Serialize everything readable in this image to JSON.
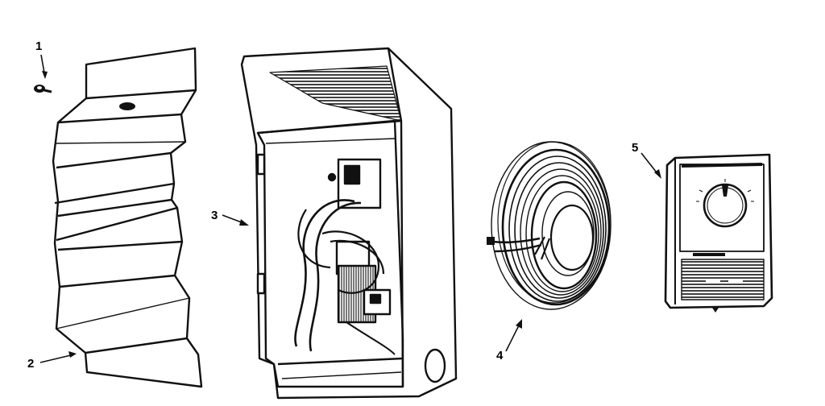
{
  "diagram": {
    "parts": [
      {
        "id": "screw",
        "callout": "1"
      },
      {
        "id": "cover",
        "callout": "2"
      },
      {
        "id": "junction-box",
        "callout": "3"
      },
      {
        "id": "wire-coil",
        "callout": "4"
      },
      {
        "id": "thermostat",
        "callout": "5"
      }
    ]
  },
  "colors": {
    "ink": "#111111",
    "paper": "#ffffff",
    "shade": "#2a2a2a"
  }
}
